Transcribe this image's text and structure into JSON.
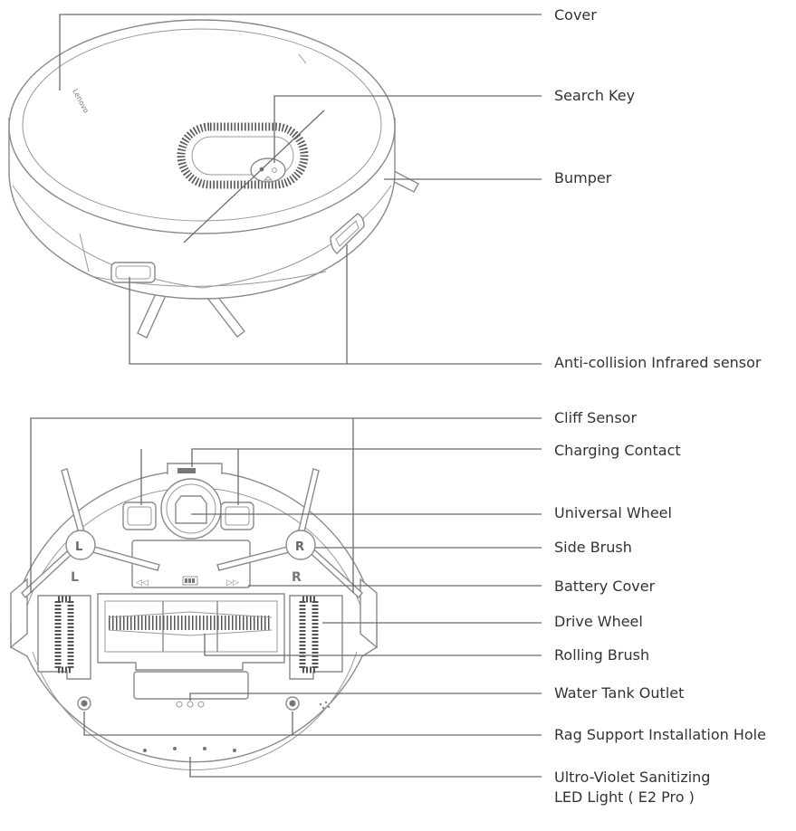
{
  "labels": {
    "cover": "Cover",
    "search_key": "Search Key",
    "bumper": "Bumper",
    "anti_collision": "Anti-collision Infrared sensor",
    "cliff_sensor": "Cliff Sensor",
    "charging_contact": "Charging Contact",
    "universal_wheel": "Universal Wheel",
    "side_brush": "Side Brush",
    "battery_cover": "Battery Cover",
    "drive_wheel": "Drive Wheel",
    "rolling_brush": "Rolling Brush",
    "water_tank_outlet": "Water Tank Outlet",
    "rag_support": "Rag Support Installation Hole",
    "uv_light_line1": "Ultro-Violet Sanitizing",
    "uv_light_line2": "LED Light ( E2 Pro )"
  },
  "device_marks": {
    "brand": "Lenovo",
    "left_brush": "L",
    "right_brush": "R",
    "left_side": "L",
    "right_side": "R"
  },
  "colors": {
    "outline": "#8a8a8a",
    "leader_line": "#6a6a6a",
    "text": "#333333"
  }
}
